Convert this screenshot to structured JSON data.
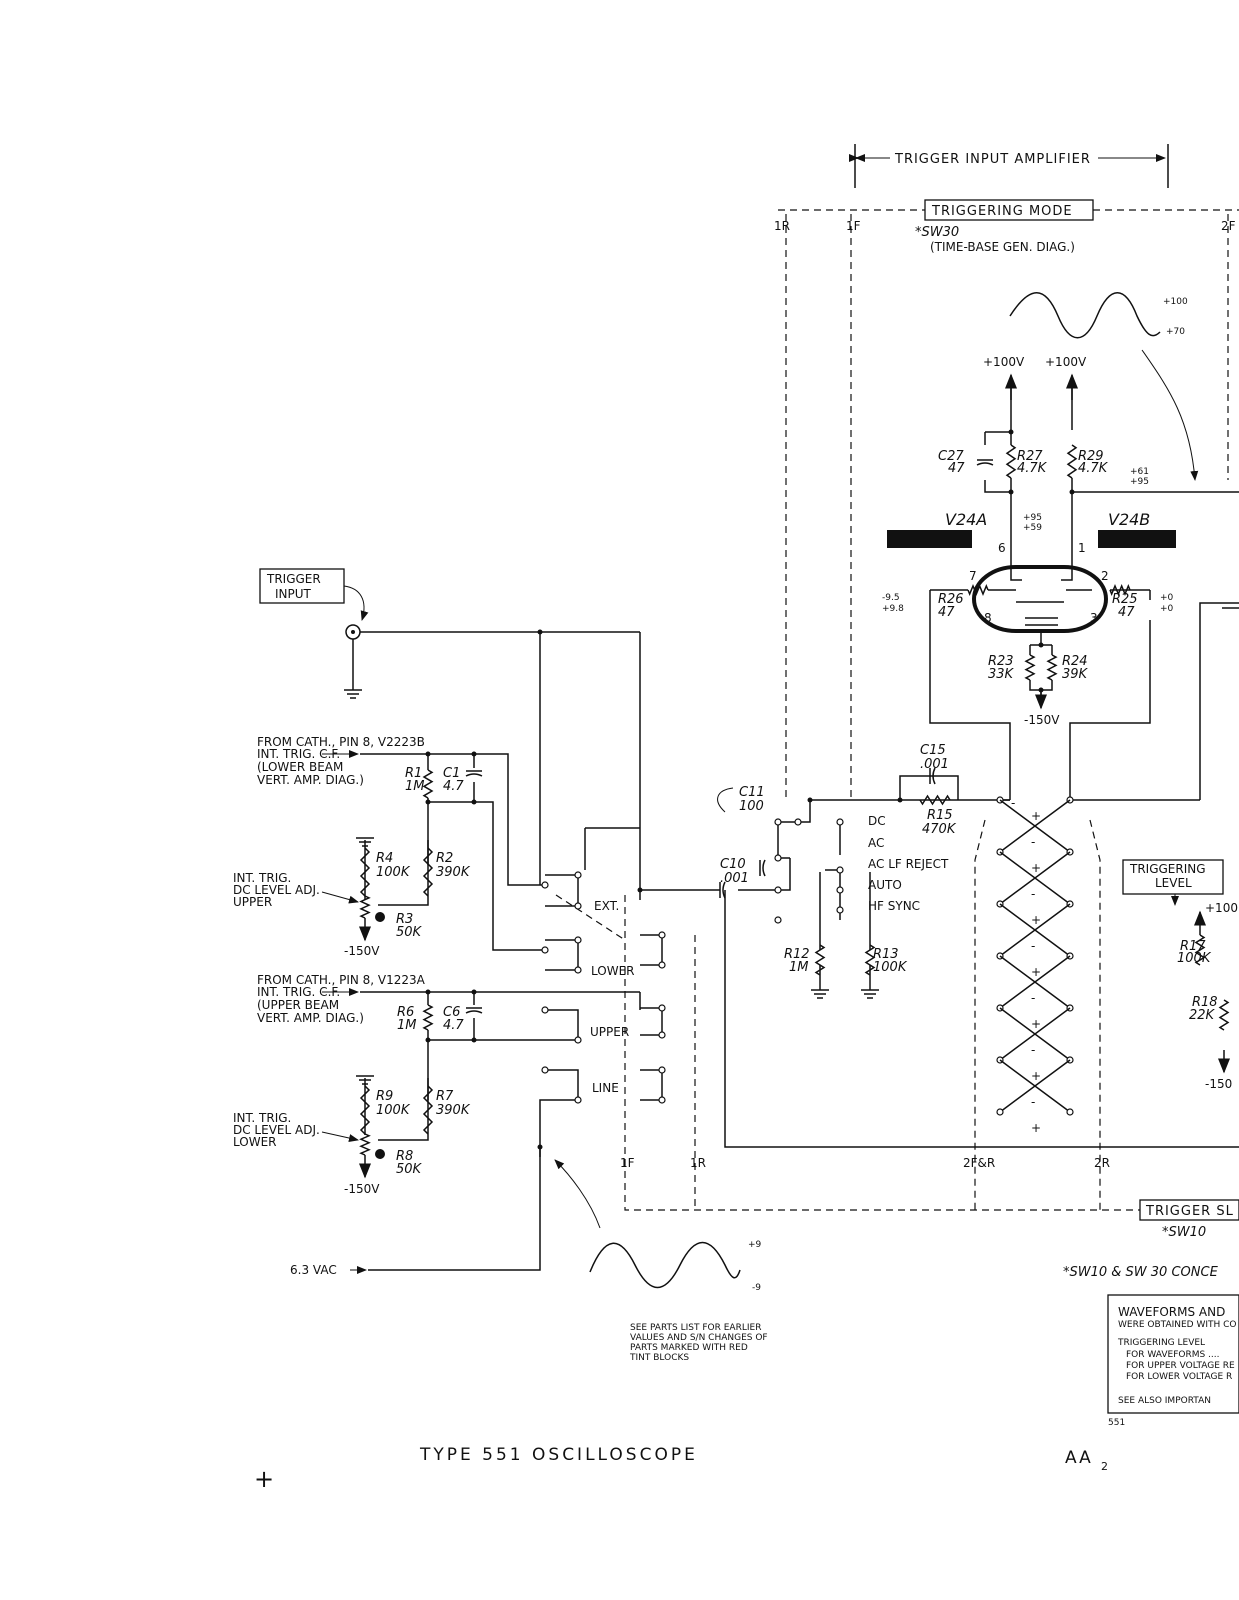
{
  "header": {
    "section_title": "TRIGGER INPUT AMPLIFIER",
    "mode_switch": "TRIGGERING MODE",
    "mode_switch_ref": "*SW30",
    "mode_switch_note": "(TIME-BASE GEN. DIAG.)",
    "slope_switch": "TRIGGER SL",
    "slope_switch_ref": "*SW10",
    "concentric_note": "*SW10 & SW 30 CONCE"
  },
  "deck_labels": {
    "r1": "1R",
    "f1": "1F",
    "f2": "2F",
    "f2r": "2F&R",
    "r2": "2R",
    "f1b": "1F",
    "r1b": "1R"
  },
  "inputs": {
    "trigger_input": [
      "TRIGGER",
      "INPUT"
    ],
    "cath_lower": [
      "FROM CATH., PIN 8, V2223B",
      "INT. TRIG. C.F.",
      "(LOWER BEAM",
      "VERT. AMP. DIAG.)"
    ],
    "cath_upper": [
      "FROM CATH., PIN 8, V1223A",
      "INT. TRIG. C.F.",
      "(UPPER BEAM",
      "VERT. AMP. DIAG.)"
    ],
    "dc_adj_upper": [
      "INT. TRIG.",
      "DC LEVEL ADJ.",
      "UPPER"
    ],
    "dc_adj_lower": [
      "INT. TRIG.",
      "DC LEVEL ADJ.",
      "LOWER"
    ],
    "vac": "6.3 VAC"
  },
  "switch_positions": {
    "ext": "EXT.",
    "lower": "LOWER",
    "upper": "UPPER",
    "line": "LINE"
  },
  "coupling_modes": [
    "DC",
    "AC",
    "AC LF REJECT",
    "AUTO",
    "HF SYNC"
  ],
  "components": {
    "R1": [
      "R1",
      "1M"
    ],
    "C1": [
      "C1",
      "4.7"
    ],
    "R2": [
      "R2",
      "390K"
    ],
    "R3": [
      "R3",
      "50K"
    ],
    "R4": [
      "R4",
      "100K"
    ],
    "R6": [
      "R6",
      "1M"
    ],
    "C6": [
      "C6",
      "4.7"
    ],
    "R7": [
      "R7",
      "390K"
    ],
    "R8": [
      "R8",
      "50K"
    ],
    "R9": [
      "R9",
      "100K"
    ],
    "C10": [
      "C10",
      ".001"
    ],
    "C11": [
      "C11",
      "100"
    ],
    "R12": [
      "R12",
      "1M"
    ],
    "R13": [
      "R13",
      "100K"
    ],
    "C15": [
      "C15",
      ".001"
    ],
    "R15": [
      "R15",
      "470K"
    ],
    "R17": [
      "R17",
      "100K"
    ],
    "R18": [
      "R18",
      "22K"
    ],
    "R23": [
      "R23",
      "33K"
    ],
    "R24": [
      "R24",
      "39K"
    ],
    "R25": [
      "R25",
      "47"
    ],
    "R26": [
      "R26",
      "47"
    ],
    "R27": [
      "R27",
      "4.7K"
    ],
    "R29": [
      "R29",
      "4.7K"
    ],
    "C27": [
      "C27",
      "47"
    ]
  },
  "tube": {
    "left": "V24A",
    "right": "V24B",
    "pins": [
      "6",
      "1",
      "7",
      "2",
      "8",
      "3"
    ]
  },
  "voltages": {
    "plus100_a": "+100V",
    "plus100_b": "+100V",
    "minus150": "-150V",
    "minus150_upper": "-150V",
    "minus150_lower": "-150V",
    "plate_a": [
      "+95",
      "+59"
    ],
    "plate_b": [
      "+61",
      "+95"
    ],
    "grid_a": [
      "-9.5",
      "+9.8"
    ],
    "grid_b": [
      "+0",
      "+0"
    ],
    "level_plus": "+100",
    "level_minus": "-150",
    "wave_top": [
      "+100",
      "+70"
    ],
    "wave_bottom": [
      "+9",
      "-9"
    ]
  },
  "triggering_level": [
    "TRIGGERING",
    "LEVEL"
  ],
  "notes": {
    "parts_list": [
      "SEE PARTS LIST FOR EARLIER",
      "VALUES AND S/N CHANGES OF",
      "PARTS MARKED WITH RED",
      "TINT BLOCKS"
    ],
    "waveforms_box": [
      "WAVEFORMS AND",
      "WERE OBTAINED WITH CO",
      "TRIGGERING LEVEL",
      "FOR WAVEFORMS ....",
      "FOR UPPER VOLTAGE RE",
      "FOR LOWER VOLTAGE R",
      "SEE ALSO IMPORTAN"
    ],
    "box_code": "551"
  },
  "footer": {
    "title": "TYPE 551 OSCILLOSCOPE",
    "page_code": "AA",
    "page_sub": "2"
  },
  "crosshair_mark": "+",
  "xchain_signs": [
    "+",
    "-",
    "+",
    "-",
    "+",
    "-",
    "+",
    "-",
    "+",
    "-",
    "+",
    "-",
    "+"
  ]
}
